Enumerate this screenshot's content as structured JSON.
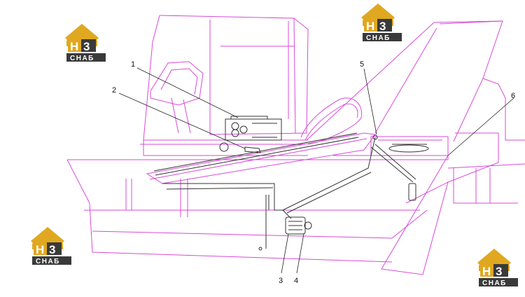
{
  "callouts": {
    "c1": "1",
    "c2": "2",
    "c3": "3",
    "c4": "4",
    "c5": "5",
    "c6": "6"
  },
  "logo": {
    "mark": "H3",
    "text": "СНАБ",
    "colors": {
      "gold": "#e0a820",
      "dark": "#3a3a3a",
      "white": "#ffffff"
    }
  },
  "colors": {
    "outline": "#d84ad8",
    "component": "#333333",
    "leader": "#222222"
  }
}
